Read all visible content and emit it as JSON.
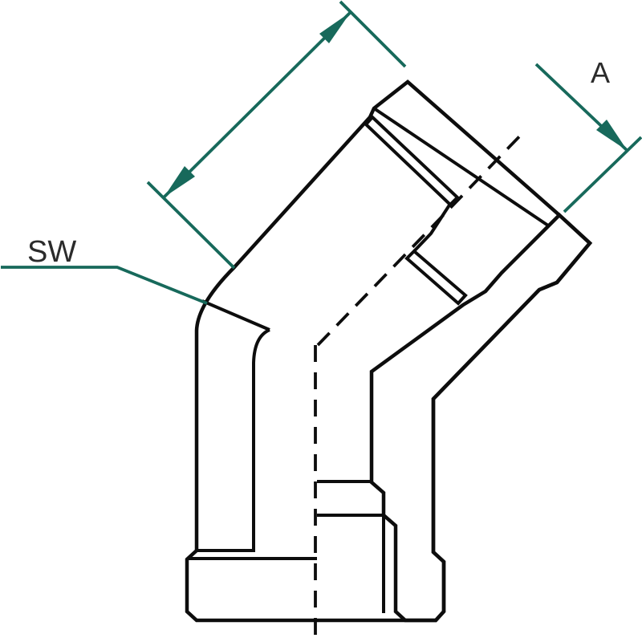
{
  "drawing": {
    "title": "45-degree elbow fitting, half-section technical drawing",
    "labels": {
      "dim_a": "A",
      "dim_sw": "SW"
    },
    "colors": {
      "background": "#ffffff",
      "outline": "#0d0d0d",
      "body_fill": "#c6d1cc",
      "section_fill": "#9db3a9",
      "dimension": "#17695b",
      "label_text": "#2b2b2b"
    }
  }
}
